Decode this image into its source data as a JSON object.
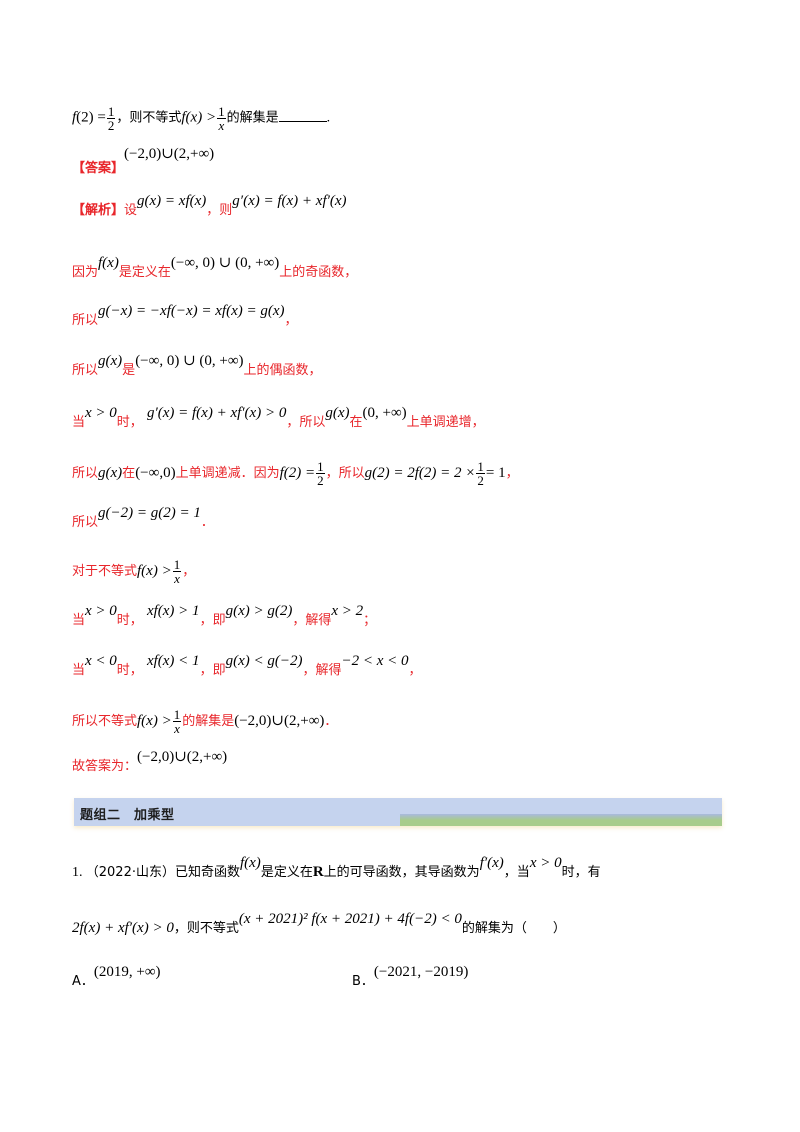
{
  "problem_tail": {
    "premise": "f(2) = 1/2",
    "premise_lhs": "f",
    "premise_arg": "(2) =",
    "premise_frac_num": "1",
    "premise_frac_den": "2",
    "text1": "，则不等式",
    "ineq_lhs": "f(x) >",
    "ineq_frac_num": "1",
    "ineq_frac_den": "x",
    "text2": "的解集是",
    "end": "."
  },
  "answer": {
    "label": "【答案】",
    "value": "(−2,0)∪(2,+∞)"
  },
  "analysis": {
    "label": "【解析】",
    "lines": [
      {
        "parts": [
          "设",
          "g(x) = xf(x)",
          "，则",
          "g′(x) = f(x) + xf′(x)"
        ]
      },
      {
        "parts": [
          "因为",
          "f(x)",
          "是定义在",
          "(−∞, 0) ∪ (0, +∞)",
          "上的奇函数，"
        ]
      },
      {
        "parts": [
          "所以",
          "g(−x) = −xf(−x) = xf(x) = g(x)",
          "，"
        ]
      },
      {
        "parts": [
          "所以",
          "g(x)",
          "是",
          "(−∞, 0) ∪ (0, +∞)",
          "上的偶函数，"
        ]
      },
      {
        "parts": [
          "当",
          "x > 0",
          "时，",
          "g′(x) = f(x) + xf′(x) > 0",
          "，所以",
          "g(x)",
          "在",
          "(0, +∞)",
          "上单调递增，"
        ]
      },
      {
        "parts": [
          "所以",
          "g(x)",
          "在",
          "(−∞,0)",
          "上单调递减．因为",
          "f(2) =",
          "1",
          "2",
          "，所以",
          "g(2) = 2f(2) = 2 ×",
          "1",
          "2",
          "= 1",
          "，"
        ]
      },
      {
        "parts": [
          "所以",
          "g(−2) = g(2) = 1",
          "．"
        ]
      },
      {
        "parts": [
          "对于不等式",
          "f(x) >",
          "1",
          "x",
          "，"
        ]
      },
      {
        "parts": [
          "当",
          "x > 0",
          "时，",
          "xf(x) > 1",
          "，即",
          "g(x) > g(2)",
          "，解得",
          "x > 2",
          "；"
        ]
      },
      {
        "parts": [
          "当",
          "x < 0",
          "时，",
          "xf(x) < 1",
          "，即",
          "g(x) < g(−2)",
          "，解得",
          "−2 < x < 0",
          "，"
        ]
      },
      {
        "parts": [
          "所以不等式",
          "f(x) >",
          "1",
          "x",
          "的解集是",
          "(−2,0)∪(2,+∞)",
          "．"
        ]
      },
      {
        "parts": [
          "故答案为：",
          "(−2,0)∪(2,+∞)"
        ]
      }
    ]
  },
  "section": {
    "title": "题组二　加乘型",
    "bar_color": "#c5d3ee",
    "accent_color": "#a8cc8c"
  },
  "question1": {
    "number": "1.",
    "source": "（2022·山东）",
    "text_a": "已知奇函数",
    "fx": "f(x)",
    "text_b": "是定义在",
    "R": "R",
    "text_c": "上的可导函数，其导函数为",
    "fpx": "f′(x)",
    "text_d": "，当",
    "cond": "x > 0",
    "text_e": "时，有",
    "line2_expr": "2f(x) + xf′(x) > 0",
    "text_f": "，则不等式",
    "ineq": "(x + 2021)² f(x + 2021) + 4f(−2) < 0",
    "text_g": "的解集为（　　）",
    "options": [
      {
        "label": "A．",
        "value": "(2019, +∞)"
      },
      {
        "label": "B．",
        "value": "(−2021, −2019)"
      }
    ]
  },
  "colors": {
    "analysis_red": "#e8262b"
  }
}
